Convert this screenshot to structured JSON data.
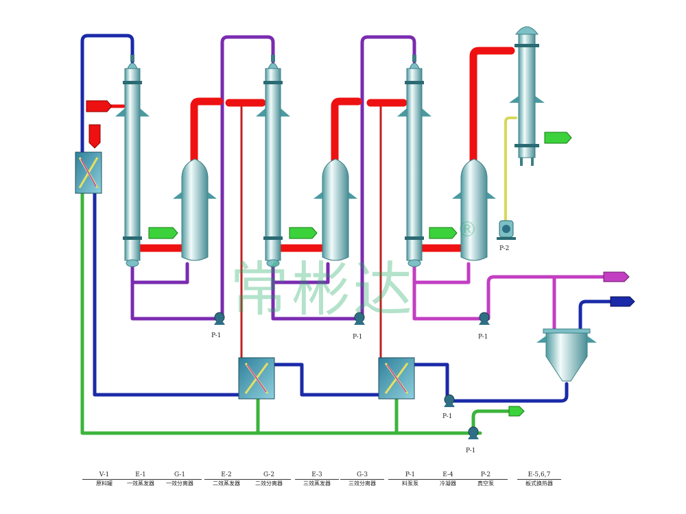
{
  "watermark": {
    "text": "常彬达",
    "reg_mark": "®"
  },
  "pump_labels": {
    "p1": "P-1",
    "p2": "P-2"
  },
  "legend": [
    {
      "code": "V-1",
      "name": "原料罐"
    },
    {
      "code": "E-1",
      "name": "一效蒸发器"
    },
    {
      "code": "G-1",
      "name": "一效分离器"
    },
    {
      "code": "E-2",
      "name": "二效蒸发器"
    },
    {
      "code": "G-2",
      "name": "二效分离器"
    },
    {
      "code": "E-3",
      "name": "三效蒸发器"
    },
    {
      "code": "G-3",
      "name": "三效分离器"
    },
    {
      "code": "P-1",
      "name": "料泵泵"
    },
    {
      "code": "E-4",
      "name": "冷凝器"
    },
    {
      "code": "P-2",
      "name": "真空泵"
    },
    {
      "code": "E-5,6,7",
      "name": "板式换热器"
    }
  ],
  "colors": {
    "steam": "#ee1111",
    "feed_blue": "#1a2aa8",
    "feed_purple": "#7a2bb0",
    "magenta": "#c23ec2",
    "green": "#3cb43c",
    "yellow": "#d8d85a",
    "vessel_light": "#eaf6f6",
    "vessel_dark": "#4f9aa0"
  }
}
